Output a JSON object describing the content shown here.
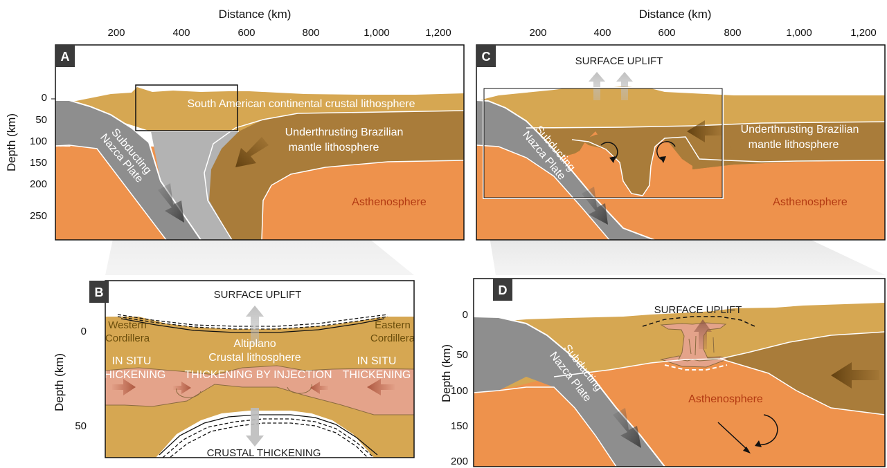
{
  "colors": {
    "crust": "#d6a752",
    "mantle_lith": "#a97c3a",
    "asthenosphere": "#ee924c",
    "slab": "#8e8e8e",
    "melt": "#e4a38a",
    "badge": "#3b3b3b"
  },
  "panel_a": {
    "letter": "A",
    "x_axis_title": "Distance (km)",
    "x_ticks": [
      "200",
      "400",
      "600",
      "800",
      "1,000",
      "1,200"
    ],
    "y_axis_title": "Depth (km)",
    "y_ticks": [
      "0",
      "50",
      "100",
      "150",
      "200",
      "250"
    ],
    "crust_label": "South American continental crustal lithosphere",
    "slab_label_1": "Subducting",
    "slab_label_2": "Nazca Plate",
    "underthrust_label_1": "Underthrusting Brazilian",
    "underthrust_label_2": "mantle lithosphere",
    "astheno_label": "Asthenosphere"
  },
  "panel_b": {
    "letter": "B",
    "y_axis_title": "Depth (km)",
    "y_ticks": [
      "0",
      "50"
    ],
    "surface_uplift": "SURFACE UPLIFT",
    "western_1": "Western",
    "western_2": "Cordillera",
    "eastern_1": "Eastern",
    "eastern_2": "Cordillera",
    "altiplano_1": "Altiplano",
    "altiplano_2": "Crustal lithosphere",
    "insitu_left_1": "IN SITU",
    "insitu_left_2": "THICKENING",
    "injection": "THICKENING BY INJECTION",
    "insitu_right_1": "IN SITU",
    "insitu_right_2": "THICKENING",
    "crustal_thickening": "CRUSTAL  THICKENING"
  },
  "panel_c": {
    "letter": "C",
    "x_axis_title": "Distance (km)",
    "x_ticks": [
      "200",
      "400",
      "600",
      "800",
      "1,000",
      "1,200"
    ],
    "surface_uplift": "SURFACE UPLIFT",
    "slab_label_1": "Subducting",
    "slab_label_2": "Nazca Plate",
    "underthrust_label_1": "Underthrusting Brazilian",
    "underthrust_label_2": "mantle lithosphere",
    "astheno_label": "Asthenosphere"
  },
  "panel_d": {
    "letter": "D",
    "y_axis_title": "Depth (km)",
    "y_ticks": [
      "0",
      "50",
      "100",
      "150",
      "200"
    ],
    "surface_uplift": "SURFACE UPLIFT",
    "slab_label_1": "Subducting",
    "slab_label_2": "Nazca Plate",
    "astheno_label": "Asthenosphere"
  }
}
